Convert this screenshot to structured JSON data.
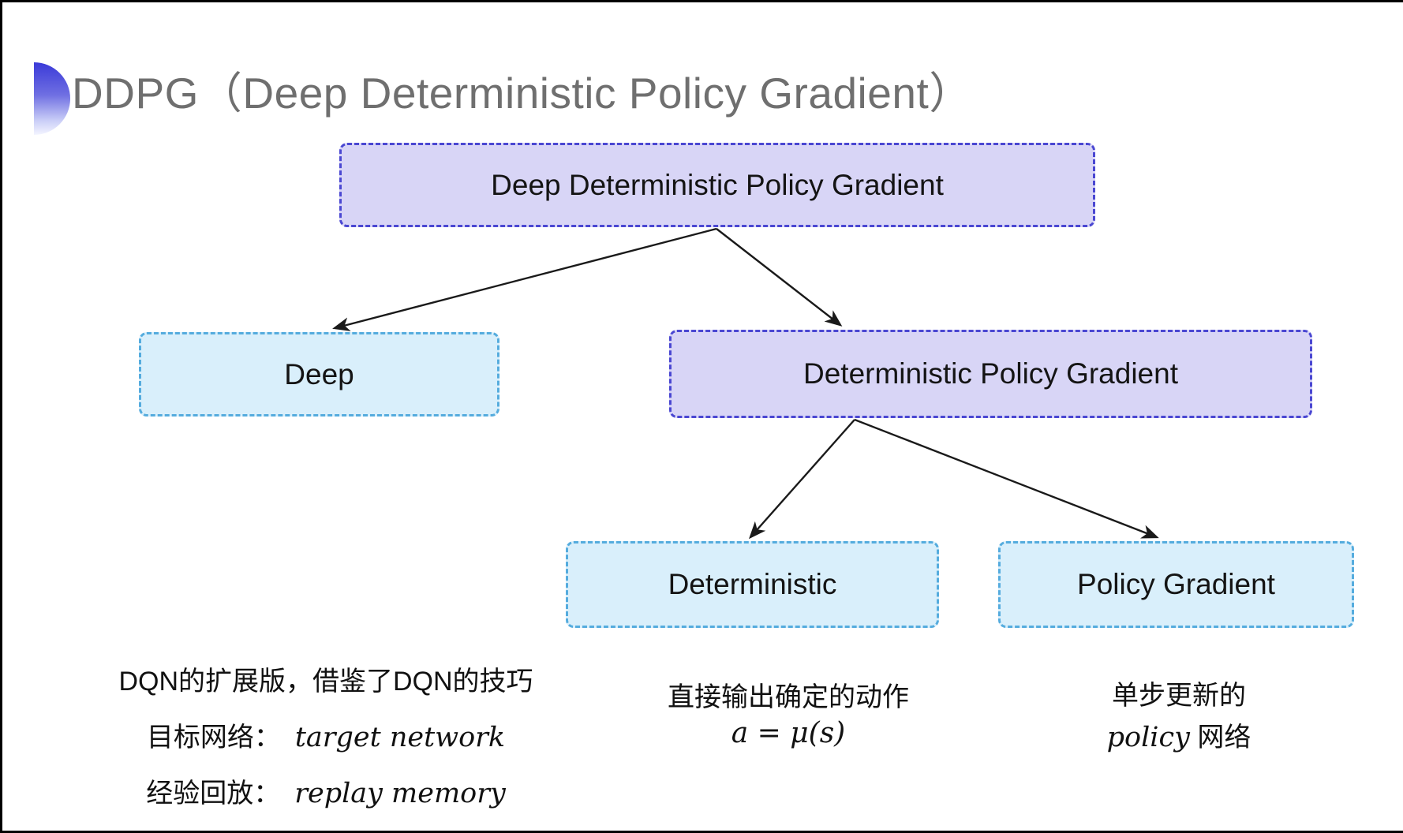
{
  "header": {
    "title": "DDPG（Deep Deterministic Policy Gradient）",
    "title_color": "#6f6f6f",
    "icon": "half-circle-gradient-icon",
    "icon_top_color": "#3a3ad8",
    "icon_bottom_color": "#f4f5ff"
  },
  "colors": {
    "lavender_fill": "#d8d5f6",
    "lavender_border": "#4a47d2",
    "cyan_fill": "#d9effb",
    "cyan_border": "#55acde",
    "arrow": "#1a1a1a",
    "text": "#141414",
    "frame_border": "#000000",
    "background": "#ffffff"
  },
  "boxes": {
    "root": {
      "label": "Deep Deterministic Policy Gradient",
      "variant": "lavender"
    },
    "deep": {
      "label": "Deep",
      "variant": "cyan"
    },
    "dpg": {
      "label": "Deterministic Policy Gradient",
      "variant": "lavender"
    },
    "deterministic": {
      "label": "Deterministic",
      "variant": "cyan"
    },
    "policy_gradient": {
      "label": "Policy Gradient",
      "variant": "cyan"
    }
  },
  "tree_edges": [
    {
      "from": "root",
      "to": "deep"
    },
    {
      "from": "root",
      "to": "dpg"
    },
    {
      "from": "dpg",
      "to": "deterministic"
    },
    {
      "from": "dpg",
      "to": "policy_gradient"
    }
  ],
  "notes": {
    "left": {
      "line1": "DQN的扩展版，借鉴了DQN的技巧",
      "line2_zh": "目标网络：",
      "line2_en": "target network",
      "line3_zh": "经验回放：",
      "line3_en": "replay memory"
    },
    "middle": {
      "line1": "直接输出确定的动作",
      "formula": "a = μ(s)"
    },
    "right": {
      "line1": "单步更新的",
      "line2_en": "policy",
      "line2_zh": "网络"
    }
  }
}
